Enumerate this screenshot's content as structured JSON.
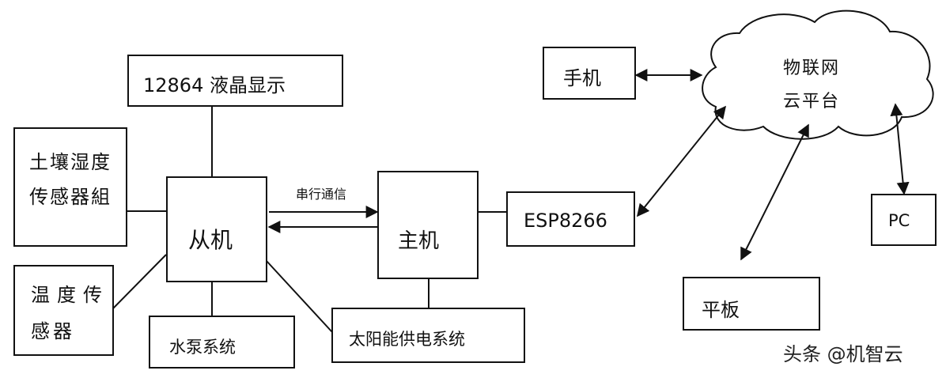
{
  "diagram": {
    "lcd_display": "12864 液晶显示",
    "soil_sensor_line1": "土壤湿度",
    "soil_sensor_line2": "传感器組",
    "temp_sensor_line1": "温度传",
    "temp_sensor_line2": "感器",
    "slave": "从机",
    "serial_comm": "串行通信",
    "master": "主机",
    "pump_system": "水泵系统",
    "solar_system": "太阳能供电系统",
    "esp": "ESP8266",
    "phone": "手机",
    "cloud_line1": "物联网",
    "cloud_line2": "云平台",
    "pc": "PC",
    "tablet": "平板"
  },
  "watermark": "头条 @机智云",
  "colors": {
    "stroke": "#111111",
    "background": "#ffffff"
  }
}
